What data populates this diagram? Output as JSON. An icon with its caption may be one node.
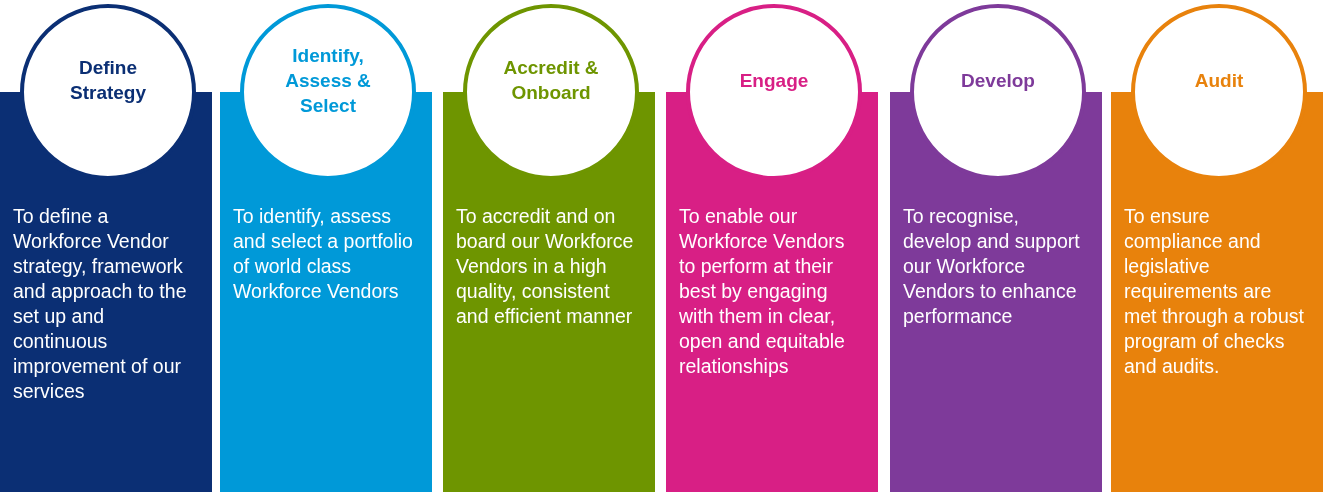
{
  "diagram": {
    "nodes": [
      {
        "text": [
          "Define Strategy"
        ]
      },
      {
        "text": [
          "To define a Workforce Vendor strategy, framework and approach to the set up and continuous improvement of our services"
        ]
      },
      {
        "text": [
          "Identify, Assess & Select"
        ]
      },
      {
        "text": [
          "To identify, assess and select a portfolio of world class Workforce Vendors"
        ]
      },
      {
        "text": [
          "Accredit & Onboard"
        ]
      },
      {
        "text": [
          "To accredit and on board our Workforce Vendors in a high quality, consistent and efficient manner"
        ]
      },
      {
        "text": [
          "Engage"
        ]
      },
      {
        "text": [
          "To enable our Workforce Vendors to perform at their best by engaging with them in clear, open and equitable relationships"
        ]
      },
      {
        "text": [
          "Develop"
        ]
      },
      {
        "text": [
          "To recognise, develop and support our Workforce Vendors to enhance performance"
        ]
      },
      {
        "text": [
          "Audit"
        ]
      },
      {
        "text": [
          "To ensure compliance and legislative requirements are met through a robust program of checks and audits."
        ]
      }
    ]
  }
}
